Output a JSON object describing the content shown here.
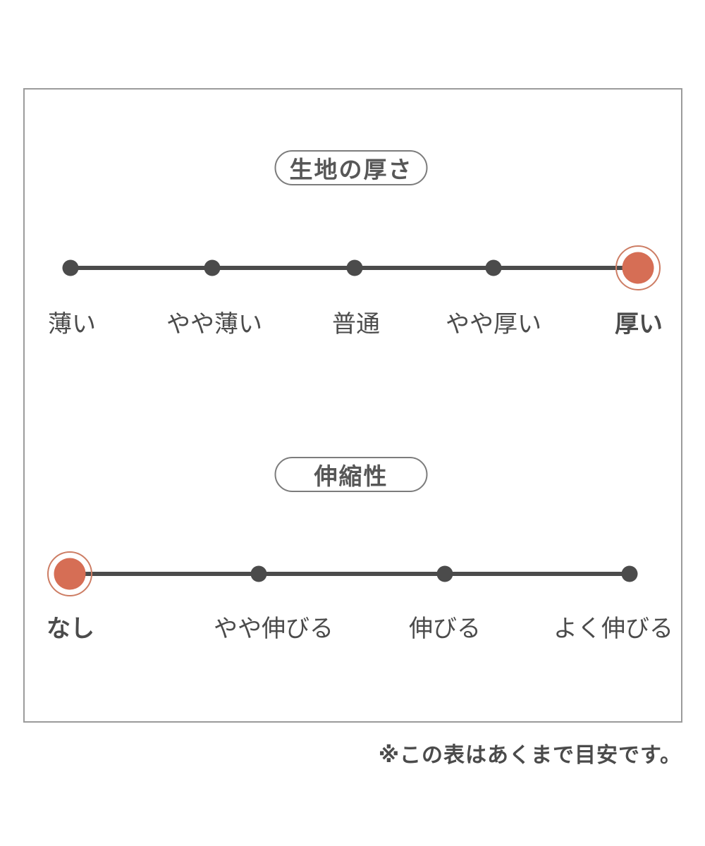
{
  "colors": {
    "accent": "#d66e55",
    "accent_ring": "#cd7d64",
    "ink": "#4b4b4b",
    "frame_border": "#9b9b9b"
  },
  "sections": [
    {
      "title": "生地の厚さ",
      "labels": [
        "薄い",
        "やや薄い",
        "普通",
        "やや厚い",
        "厚い"
      ],
      "selected_index": 4,
      "selected_label": "厚い"
    },
    {
      "title": "伸縮性",
      "labels": [
        "なし",
        "やや伸びる",
        "伸びる",
        "よく伸びる"
      ],
      "selected_index": 0,
      "selected_label": "なし"
    }
  ],
  "footnote": "※この表はあくまで目安です。"
}
